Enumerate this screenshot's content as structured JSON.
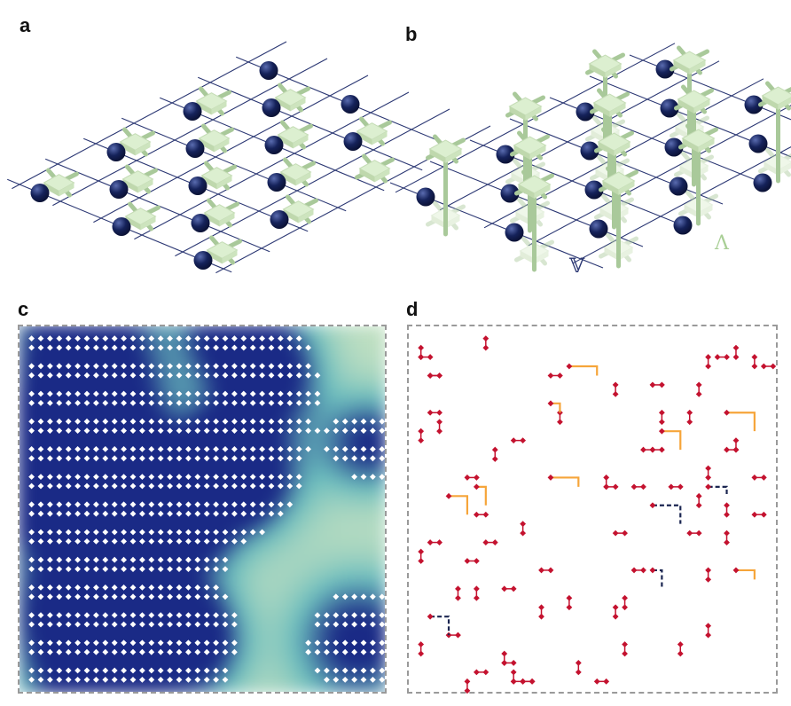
{
  "panels": {
    "a": {
      "label": "a"
    },
    "b": {
      "label": "b",
      "sublattice_v": "𝕍",
      "sublattice_lambda": "Λ"
    },
    "c": {
      "label": "c"
    },
    "d": {
      "label": "d"
    }
  },
  "colors": {
    "qubit_node": "#15225a",
    "check_plaquette": "#dcefd0",
    "check_edge": "#a9c99a",
    "grid_line": "#2b3773",
    "heat_low": "#f1f4c4",
    "heat_mid": "#6bbdbe",
    "heat_high": "#1a2a86",
    "defect_marker": "#ffffff",
    "dimer_red": "#c4122f",
    "loop_orange": "#f6a53a",
    "loop_navy": "#1b2651",
    "frame_dashed": "#8f8f8f"
  }
}
